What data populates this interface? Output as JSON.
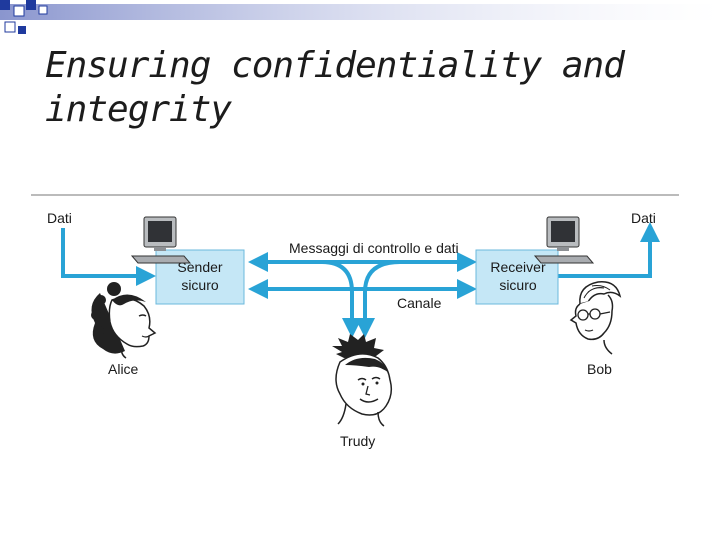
{
  "slide": {
    "title": "Ensuring confidentiality and integrity"
  },
  "diagram": {
    "left_input_label": "Dati",
    "right_output_label": "Dati",
    "sender_box": [
      "Sender",
      "sicuro"
    ],
    "receiver_box": [
      "Receiver",
      "sicuro"
    ],
    "channel_caption": "Messaggi di controllo e dati",
    "channel_label": "Canale",
    "actors": {
      "alice": "Alice",
      "bob": "Bob",
      "trudy": "Trudy"
    },
    "colors": {
      "arrow": "#29a3d6",
      "box_fill": "#c5e7f6",
      "bullet_squares": "#1f3a9e",
      "title": "#1c1c1c"
    }
  }
}
